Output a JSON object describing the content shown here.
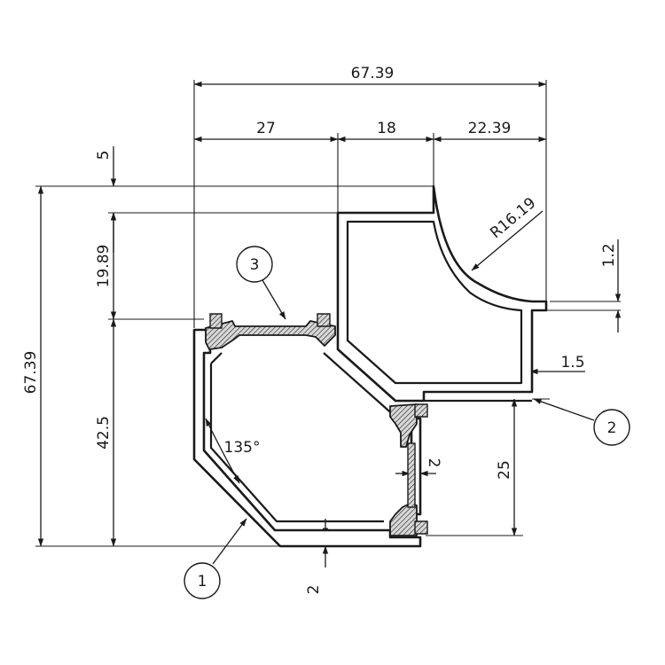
{
  "dimensions": {
    "overall_width": "67.39",
    "seg_a": "27",
    "seg_b": "18",
    "seg_c": "22.39",
    "top_offset": "5",
    "upper_height": "19.89",
    "overall_height": "67.39",
    "lower_height": "42.5",
    "radius": "R16.19",
    "step": "1.2",
    "wall_right": "1.5",
    "angle": "135°",
    "web": "2",
    "bottom_wall": "2",
    "right_height": "25"
  },
  "callouts": {
    "c1": "1",
    "c2": "2",
    "c3": "3"
  }
}
